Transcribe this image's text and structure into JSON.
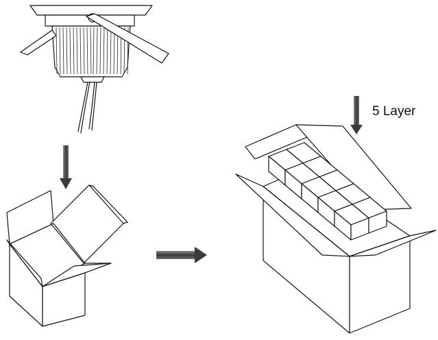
{
  "annotation": {
    "layer_text": "5 Layer"
  },
  "colors": {
    "line": "#111111",
    "arrow_fill": "#4a4a4a",
    "background": "#ffffff"
  },
  "packed_units": {
    "layers": 5,
    "per_layer": 2
  }
}
